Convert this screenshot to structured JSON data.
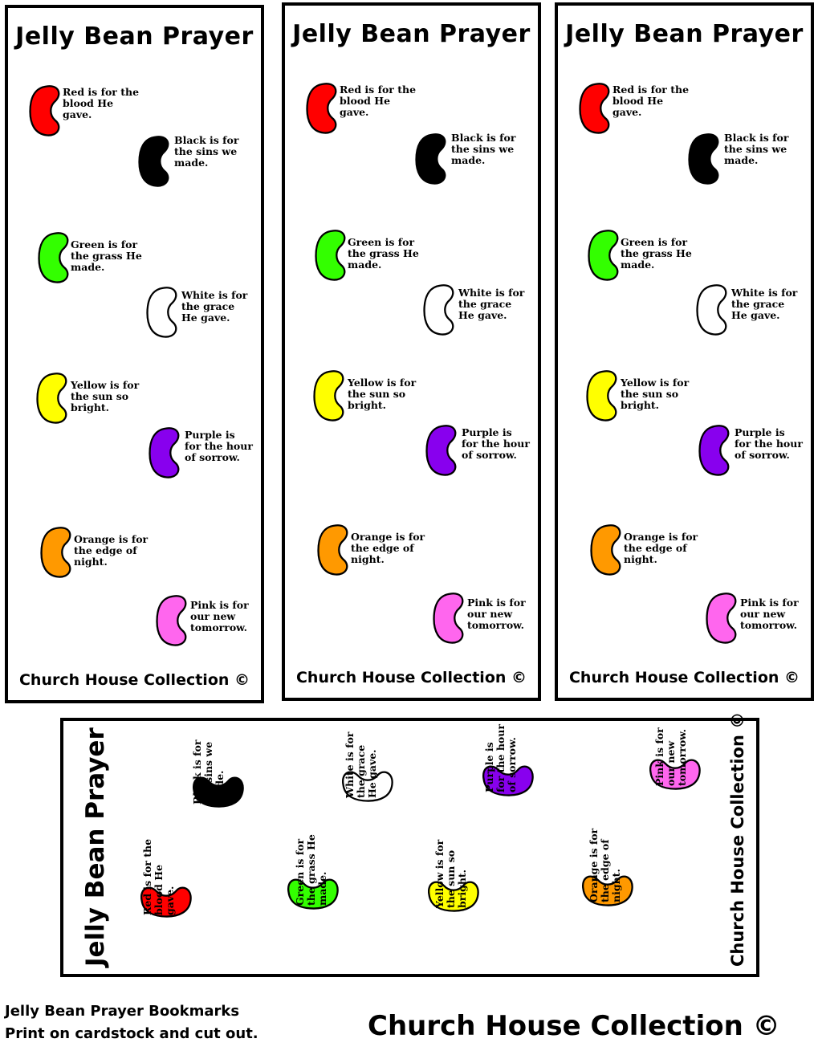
{
  "bookmark": {
    "title": "Jelly Bean Prayer",
    "footer": "Church House Collection ©",
    "verses": [
      {
        "color_name": "red",
        "color": "#ff0000",
        "text": "Red is for the\nblood He\ngave."
      },
      {
        "color_name": "black",
        "color": "#000000",
        "text": "Black is for\nthe sins we\nmade."
      },
      {
        "color_name": "green",
        "color": "#33ff00",
        "text": "Green is for\nthe grass He\nmade."
      },
      {
        "color_name": "white",
        "color": "#ffffff",
        "text": "White is for\nthe grace\nHe gave."
      },
      {
        "color_name": "yellow",
        "color": "#ffff00",
        "text": "Yellow is for\nthe sun so\nbright."
      },
      {
        "color_name": "purple",
        "color": "#8800ee",
        "text": "Purple is\nfor the hour\nof sorrow."
      },
      {
        "color_name": "orange",
        "color": "#ff9900",
        "text": "Orange is for\nthe edge of\nnight."
      },
      {
        "color_name": "pink",
        "color": "#ff66ee",
        "text": "Pink is for\nour new\ntomorrow."
      }
    ]
  },
  "instructions": "Jelly Bean Prayer Bookmarks\nPrint on cardstock and cut out.",
  "brand": "Church House Collection ©"
}
